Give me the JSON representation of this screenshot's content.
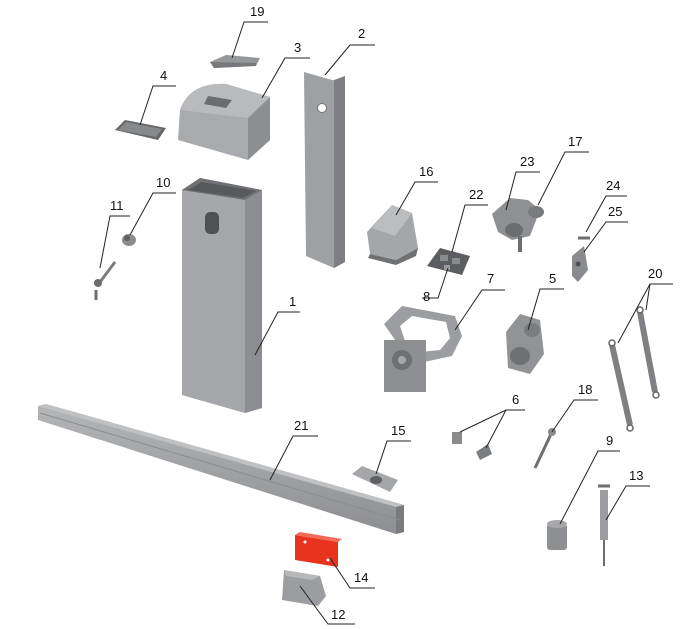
{
  "diagram": {
    "colors": {
      "part_light": "#a8a9ab",
      "part_mid": "#8e8f92",
      "part_dark": "#6d6e71",
      "part_shadow": "#4f5053",
      "highlight": "#e8331e",
      "line": "#222222"
    },
    "labels": [
      "1",
      "2",
      "3",
      "4",
      "5",
      "6",
      "7",
      "8",
      "9",
      "10",
      "11",
      "12",
      "13",
      "14",
      "15",
      "16",
      "17",
      "18",
      "19",
      "20",
      "21",
      "22",
      "23",
      "24",
      "25"
    ],
    "highlighted_part": "14"
  }
}
